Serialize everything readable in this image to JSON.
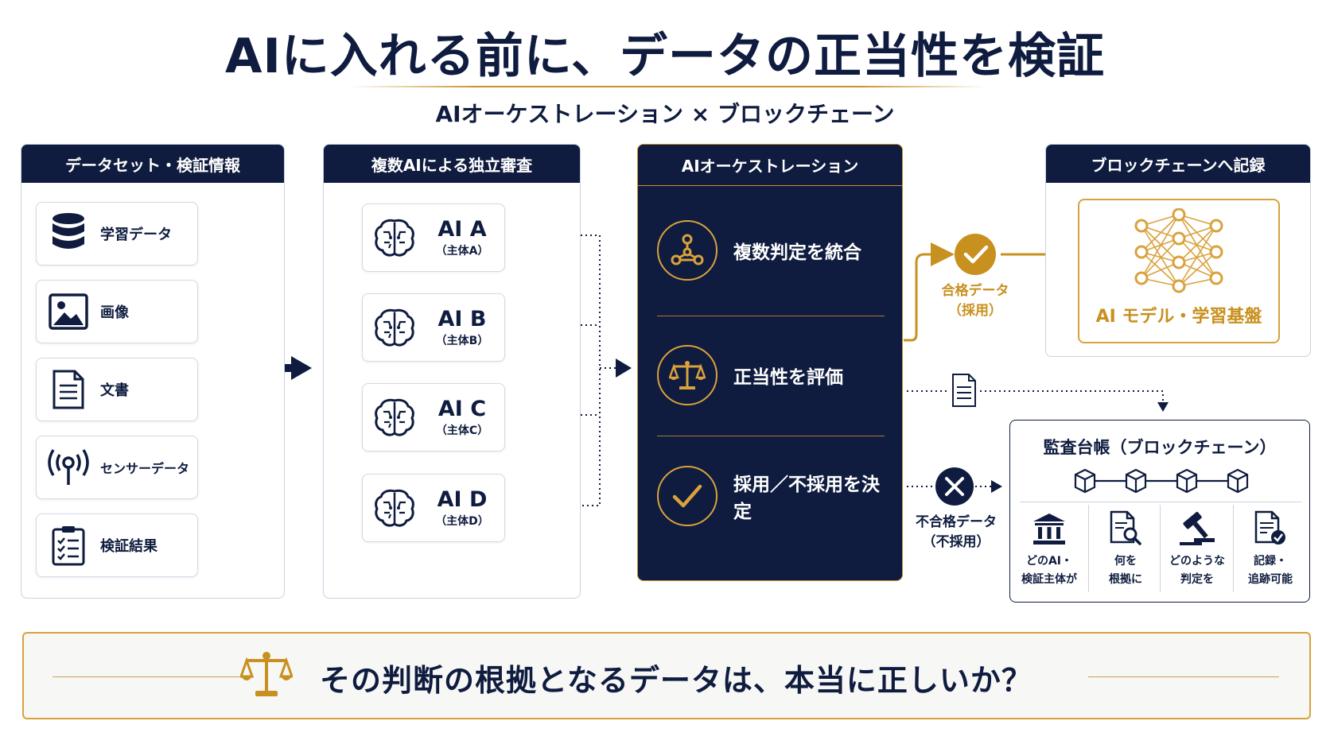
{
  "header": {
    "title": "AIに入れる前に、データの正当性を検証",
    "subtitle": "AIオーケストレーション × ブロックチェーン"
  },
  "dataset_panel": {
    "title": "データセット・検証情報",
    "items": [
      {
        "label": "学習データ",
        "icon": "database-icon"
      },
      {
        "label": "画像",
        "icon": "image-icon"
      },
      {
        "label": "文書",
        "icon": "document-icon"
      },
      {
        "label": "センサーデータ",
        "icon": "sensor-icon"
      },
      {
        "label": "検証結果",
        "icon": "checklist-icon"
      }
    ]
  },
  "review_panel": {
    "title": "複数AIによる独立審査",
    "reviewers": [
      {
        "name": "AI A",
        "sub": "（主体A）"
      },
      {
        "name": "AI B",
        "sub": "（主体B）"
      },
      {
        "name": "AI C",
        "sub": "（主体C）"
      },
      {
        "name": "AI D",
        "sub": "（主体D）"
      }
    ]
  },
  "orchestration": {
    "title": "AIオーケストレーション",
    "steps": [
      {
        "label": "複数判定を統合",
        "icon": "network-icon"
      },
      {
        "label": "正当性を評価",
        "icon": "scale-icon"
      },
      {
        "label": "採用／不採用を決定",
        "icon": "check-icon"
      }
    ]
  },
  "blockchain_panel": {
    "title": "ブロックチェーンへ記録",
    "model_label": "AI モデル・学習基盤"
  },
  "flows": {
    "pass_line1": "合格データ",
    "pass_line2": "（採用）",
    "fail_line1": "不合格データ",
    "fail_line2": "（不採用）"
  },
  "ledger": {
    "title": "監査台帳（ブロックチェーン）",
    "columns": [
      {
        "line1": "どのAI・",
        "line2": "検証主体が",
        "icon": "institution-icon"
      },
      {
        "line1": "何を",
        "line2": "根拠に",
        "icon": "document-search-icon"
      },
      {
        "line1": "どのような",
        "line2": "判定を",
        "icon": "gavel-icon"
      },
      {
        "line1": "記録・",
        "line2": "追跡可能",
        "icon": "document-check-icon"
      }
    ]
  },
  "question": {
    "text": "その判断の根拠となるデータは、本当に正しいか？"
  },
  "colors": {
    "navy": "#0f1c3f",
    "gold": "#c8901e",
    "border": "#c9d1e0"
  }
}
